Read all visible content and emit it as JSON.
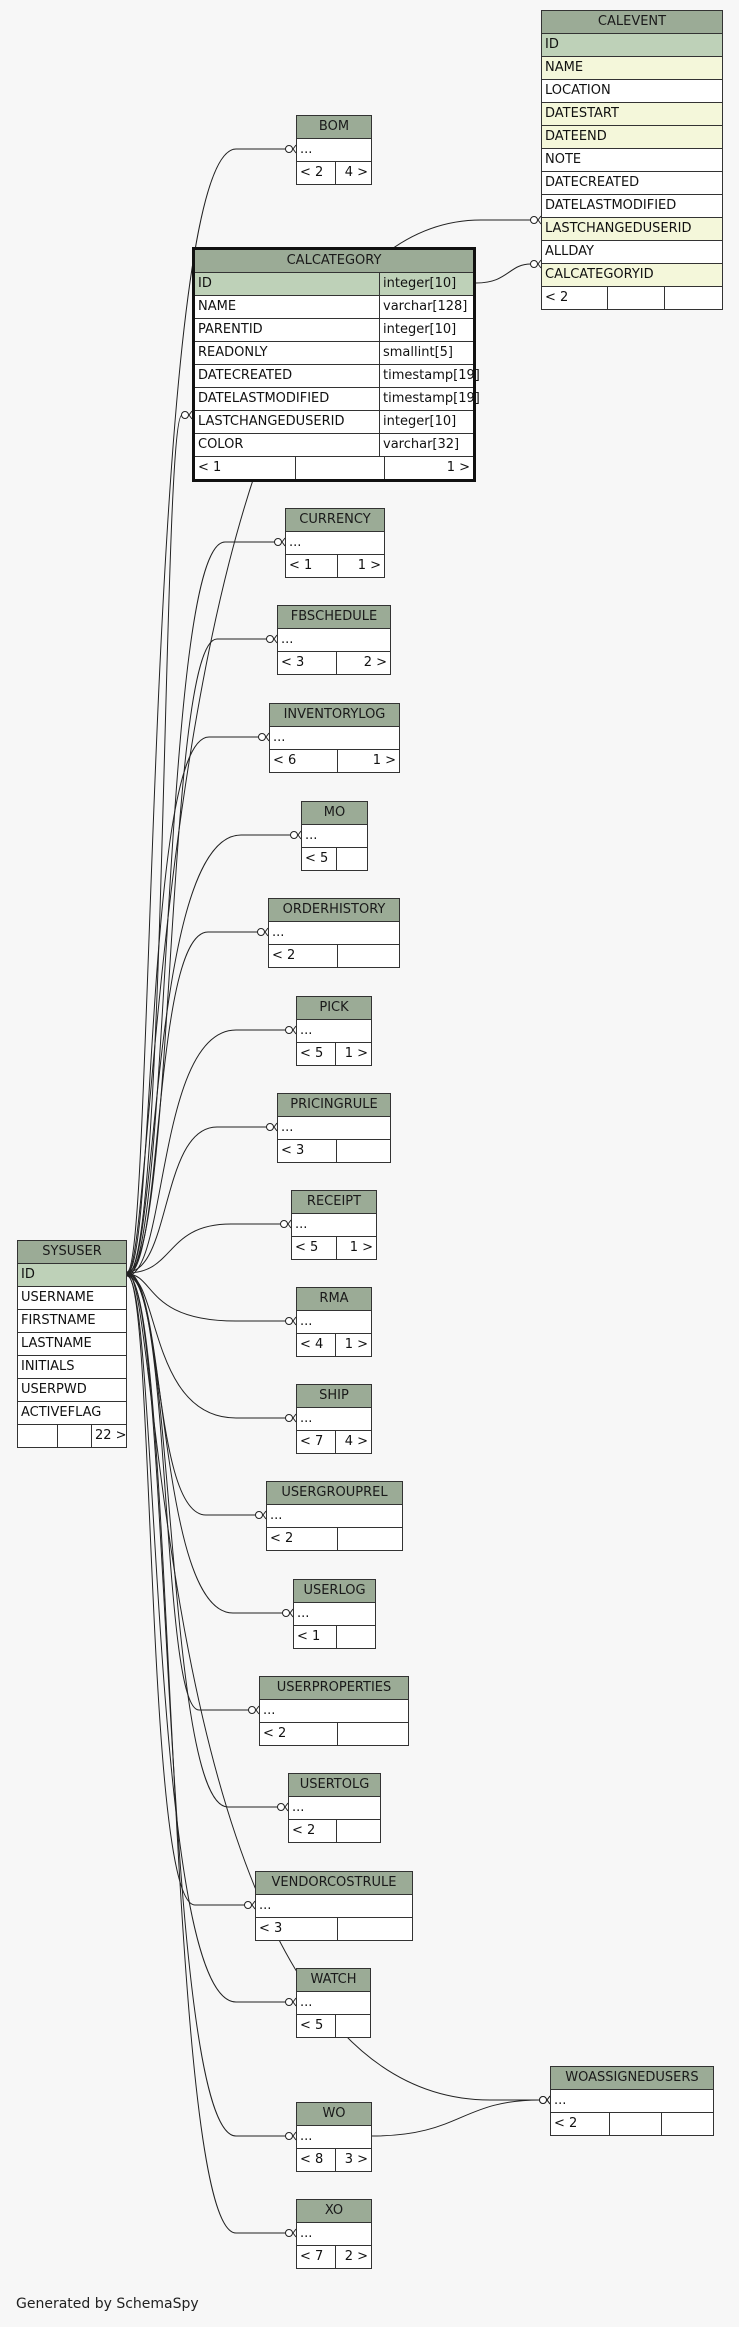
{
  "tables": [
    {
      "id": "calevent",
      "name": "CALEVENT",
      "cols": [
        {
          "name": "ID",
          "kind": "pk"
        },
        {
          "name": "NAME",
          "kind": "fk"
        },
        {
          "name": "LOCATION"
        },
        {
          "name": "DATESTART",
          "kind": "fk"
        },
        {
          "name": "DATEEND",
          "kind": "fk"
        },
        {
          "name": "NOTE"
        },
        {
          "name": "DATECREATED"
        },
        {
          "name": "DATELASTMODIFIED"
        },
        {
          "name": "LASTCHANGEDUSERID",
          "kind": "fk"
        },
        {
          "name": "ALLDAY"
        },
        {
          "name": "CALCATEGORYID",
          "kind": "fk"
        }
      ],
      "footer": [
        "< 2",
        "",
        ""
      ]
    },
    {
      "id": "bom",
      "name": "BOM",
      "cols": [
        {
          "name": "..."
        }
      ],
      "footer": [
        "< 2",
        "4 >"
      ]
    },
    {
      "id": "calcategory",
      "name": "CALCATEGORY",
      "focus": true,
      "cols": [
        {
          "name": "ID",
          "type": "integer[10]",
          "kind": "pk"
        },
        {
          "name": "NAME",
          "type": "varchar[128]"
        },
        {
          "name": "PARENTID",
          "type": "integer[10]"
        },
        {
          "name": "READONLY",
          "type": "smallint[5]"
        },
        {
          "name": "DATECREATED",
          "type": "timestamp[19]"
        },
        {
          "name": "DATELASTMODIFIED",
          "type": "timestamp[19]"
        },
        {
          "name": "LASTCHANGEDUSERID",
          "type": "integer[10]"
        },
        {
          "name": "COLOR",
          "type": "varchar[32]"
        }
      ],
      "footer": [
        "< 1",
        "",
        "1 >"
      ]
    },
    {
      "id": "currency",
      "name": "CURRENCY",
      "cols": [
        {
          "name": "..."
        }
      ],
      "footer": [
        "< 1",
        "1 >"
      ]
    },
    {
      "id": "fbschedule",
      "name": "FBSCHEDULE",
      "cols": [
        {
          "name": "..."
        }
      ],
      "footer": [
        "< 3",
        "2 >"
      ]
    },
    {
      "id": "inventorylog",
      "name": "INVENTORYLOG",
      "cols": [
        {
          "name": "..."
        }
      ],
      "footer": [
        "< 6",
        "1 >"
      ]
    },
    {
      "id": "mo",
      "name": "MO",
      "cols": [
        {
          "name": "..."
        }
      ],
      "footer": [
        "< 5",
        ""
      ]
    },
    {
      "id": "orderhistory",
      "name": "ORDERHISTORY",
      "cols": [
        {
          "name": "..."
        }
      ],
      "footer": [
        "< 2",
        ""
      ]
    },
    {
      "id": "pick",
      "name": "PICK",
      "cols": [
        {
          "name": "..."
        }
      ],
      "footer": [
        "< 5",
        "1 >"
      ]
    },
    {
      "id": "pricingrule",
      "name": "PRICINGRULE",
      "cols": [
        {
          "name": "..."
        }
      ],
      "footer": [
        "< 3",
        ""
      ]
    },
    {
      "id": "receipt",
      "name": "RECEIPT",
      "cols": [
        {
          "name": "..."
        }
      ],
      "footer": [
        "< 5",
        "1 >"
      ]
    },
    {
      "id": "rma",
      "name": "RMA",
      "cols": [
        {
          "name": "..."
        }
      ],
      "footer": [
        "< 4",
        "1 >"
      ]
    },
    {
      "id": "ship",
      "name": "SHIP",
      "cols": [
        {
          "name": "..."
        }
      ],
      "footer": [
        "< 7",
        "4 >"
      ]
    },
    {
      "id": "usergrouprel",
      "name": "USERGROUPREL",
      "cols": [
        {
          "name": "..."
        }
      ],
      "footer": [
        "< 2",
        ""
      ]
    },
    {
      "id": "userlog",
      "name": "USERLOG",
      "cols": [
        {
          "name": "..."
        }
      ],
      "footer": [
        "< 1",
        ""
      ]
    },
    {
      "id": "userproperties",
      "name": "USERPROPERTIES",
      "cols": [
        {
          "name": "..."
        }
      ],
      "footer": [
        "< 2",
        ""
      ]
    },
    {
      "id": "usertolg",
      "name": "USERTOLG",
      "cols": [
        {
          "name": "..."
        }
      ],
      "footer": [
        "< 2",
        ""
      ]
    },
    {
      "id": "vendorcostrule",
      "name": "VENDORCOSTRULE",
      "cols": [
        {
          "name": "..."
        }
      ],
      "footer": [
        "< 3",
        ""
      ]
    },
    {
      "id": "watch",
      "name": "WATCH",
      "cols": [
        {
          "name": "..."
        }
      ],
      "footer": [
        "< 5",
        ""
      ]
    },
    {
      "id": "wo",
      "name": "WO",
      "cols": [
        {
          "name": "..."
        }
      ],
      "footer": [
        "< 8",
        "3 >"
      ]
    },
    {
      "id": "xo",
      "name": "XO",
      "cols": [
        {
          "name": "..."
        }
      ],
      "footer": [
        "< 7",
        "2 >"
      ]
    },
    {
      "id": "woassignedusers",
      "name": "WOASSIGNEDUSERS",
      "cols": [
        {
          "name": "..."
        }
      ],
      "footer": [
        "< 2",
        "",
        ""
      ]
    },
    {
      "id": "sysuser",
      "name": "SYSUSER",
      "cols": [
        {
          "name": "ID",
          "kind": "pk"
        },
        {
          "name": "USERNAME"
        },
        {
          "name": "FIRSTNAME"
        },
        {
          "name": "LASTNAME"
        },
        {
          "name": "INITIALS"
        },
        {
          "name": "USERPWD"
        },
        {
          "name": "ACTIVEFLAG"
        }
      ],
      "footer": [
        "",
        "",
        "22 >"
      ]
    }
  ],
  "relationships": [
    {
      "from": "sysuser",
      "to": "bom"
    },
    {
      "from": "sysuser",
      "to": "calevent",
      "column": "LASTCHANGEDUSERID"
    },
    {
      "from": "calcategory",
      "to": "calevent",
      "column": "CALCATEGORYID"
    },
    {
      "from": "sysuser",
      "to": "calcategory",
      "column": "LASTCHANGEDUSERID"
    },
    {
      "from": "sysuser",
      "to": "currency"
    },
    {
      "from": "sysuser",
      "to": "fbschedule"
    },
    {
      "from": "sysuser",
      "to": "inventorylog"
    },
    {
      "from": "sysuser",
      "to": "mo"
    },
    {
      "from": "sysuser",
      "to": "orderhistory"
    },
    {
      "from": "sysuser",
      "to": "pick"
    },
    {
      "from": "sysuser",
      "to": "pricingrule"
    },
    {
      "from": "sysuser",
      "to": "receipt"
    },
    {
      "from": "sysuser",
      "to": "rma"
    },
    {
      "from": "sysuser",
      "to": "ship"
    },
    {
      "from": "sysuser",
      "to": "usergrouprel"
    },
    {
      "from": "sysuser",
      "to": "userlog"
    },
    {
      "from": "sysuser",
      "to": "userproperties"
    },
    {
      "from": "sysuser",
      "to": "usertolg"
    },
    {
      "from": "sysuser",
      "to": "vendorcostrule"
    },
    {
      "from": "sysuser",
      "to": "watch"
    },
    {
      "from": "sysuser",
      "to": "woassignedusers"
    },
    {
      "from": "wo",
      "to": "woassignedusers"
    },
    {
      "from": "sysuser",
      "to": "wo"
    },
    {
      "from": "sysuser",
      "to": "xo"
    }
  ],
  "colors": {
    "header": "#9bab96",
    "primary_key": "#bed1b8",
    "foreign_key": "#f4f7da",
    "background": "#f7f7f7"
  },
  "generated_by": "Generated by SchemaSpy"
}
